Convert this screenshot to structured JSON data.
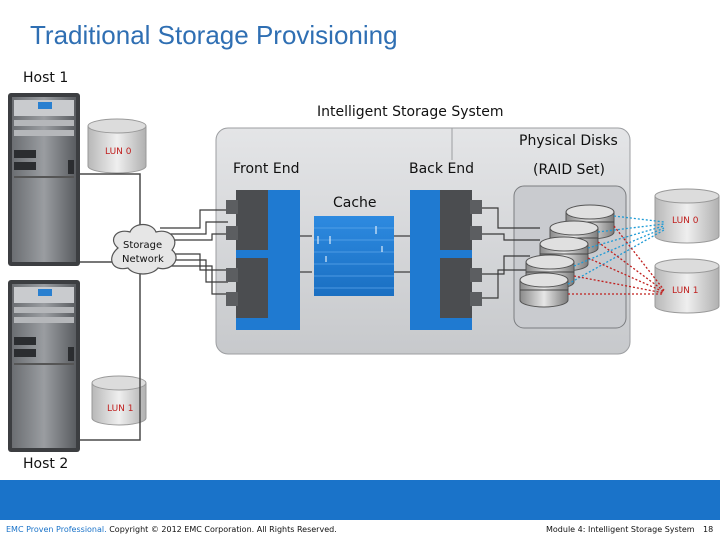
{
  "slide_title": "Traditional Storage Provisioning",
  "host1_label": "Host 1",
  "host2_label": "Host 2",
  "system_label": "Intelligent Storage System",
  "physical_disks_label": "Physical Disks",
  "raid_set_label": "(RAID Set)",
  "front_end_label": "Front End",
  "back_end_label": "Back End",
  "cache_label": "Cache",
  "storage_network_label_line1": "Storage",
  "storage_network_label_line2": "Network",
  "lun0_label": "LUN 0",
  "lun1_label": "LUN 1",
  "colors": {
    "title": "#2f6fb3",
    "footer_bar": "#1a73c9",
    "port_blue": "#1f7ad1",
    "lun0_link": "#1e9bd6",
    "lun1_link": "#c0201f"
  },
  "footer": {
    "brand": "EMC Proven Professional.",
    "copyright": " Copyright © 2012 EMC Corporation. All Rights Reserved.",
    "module": "Module 4: Intelligent Storage System",
    "page": "18"
  }
}
